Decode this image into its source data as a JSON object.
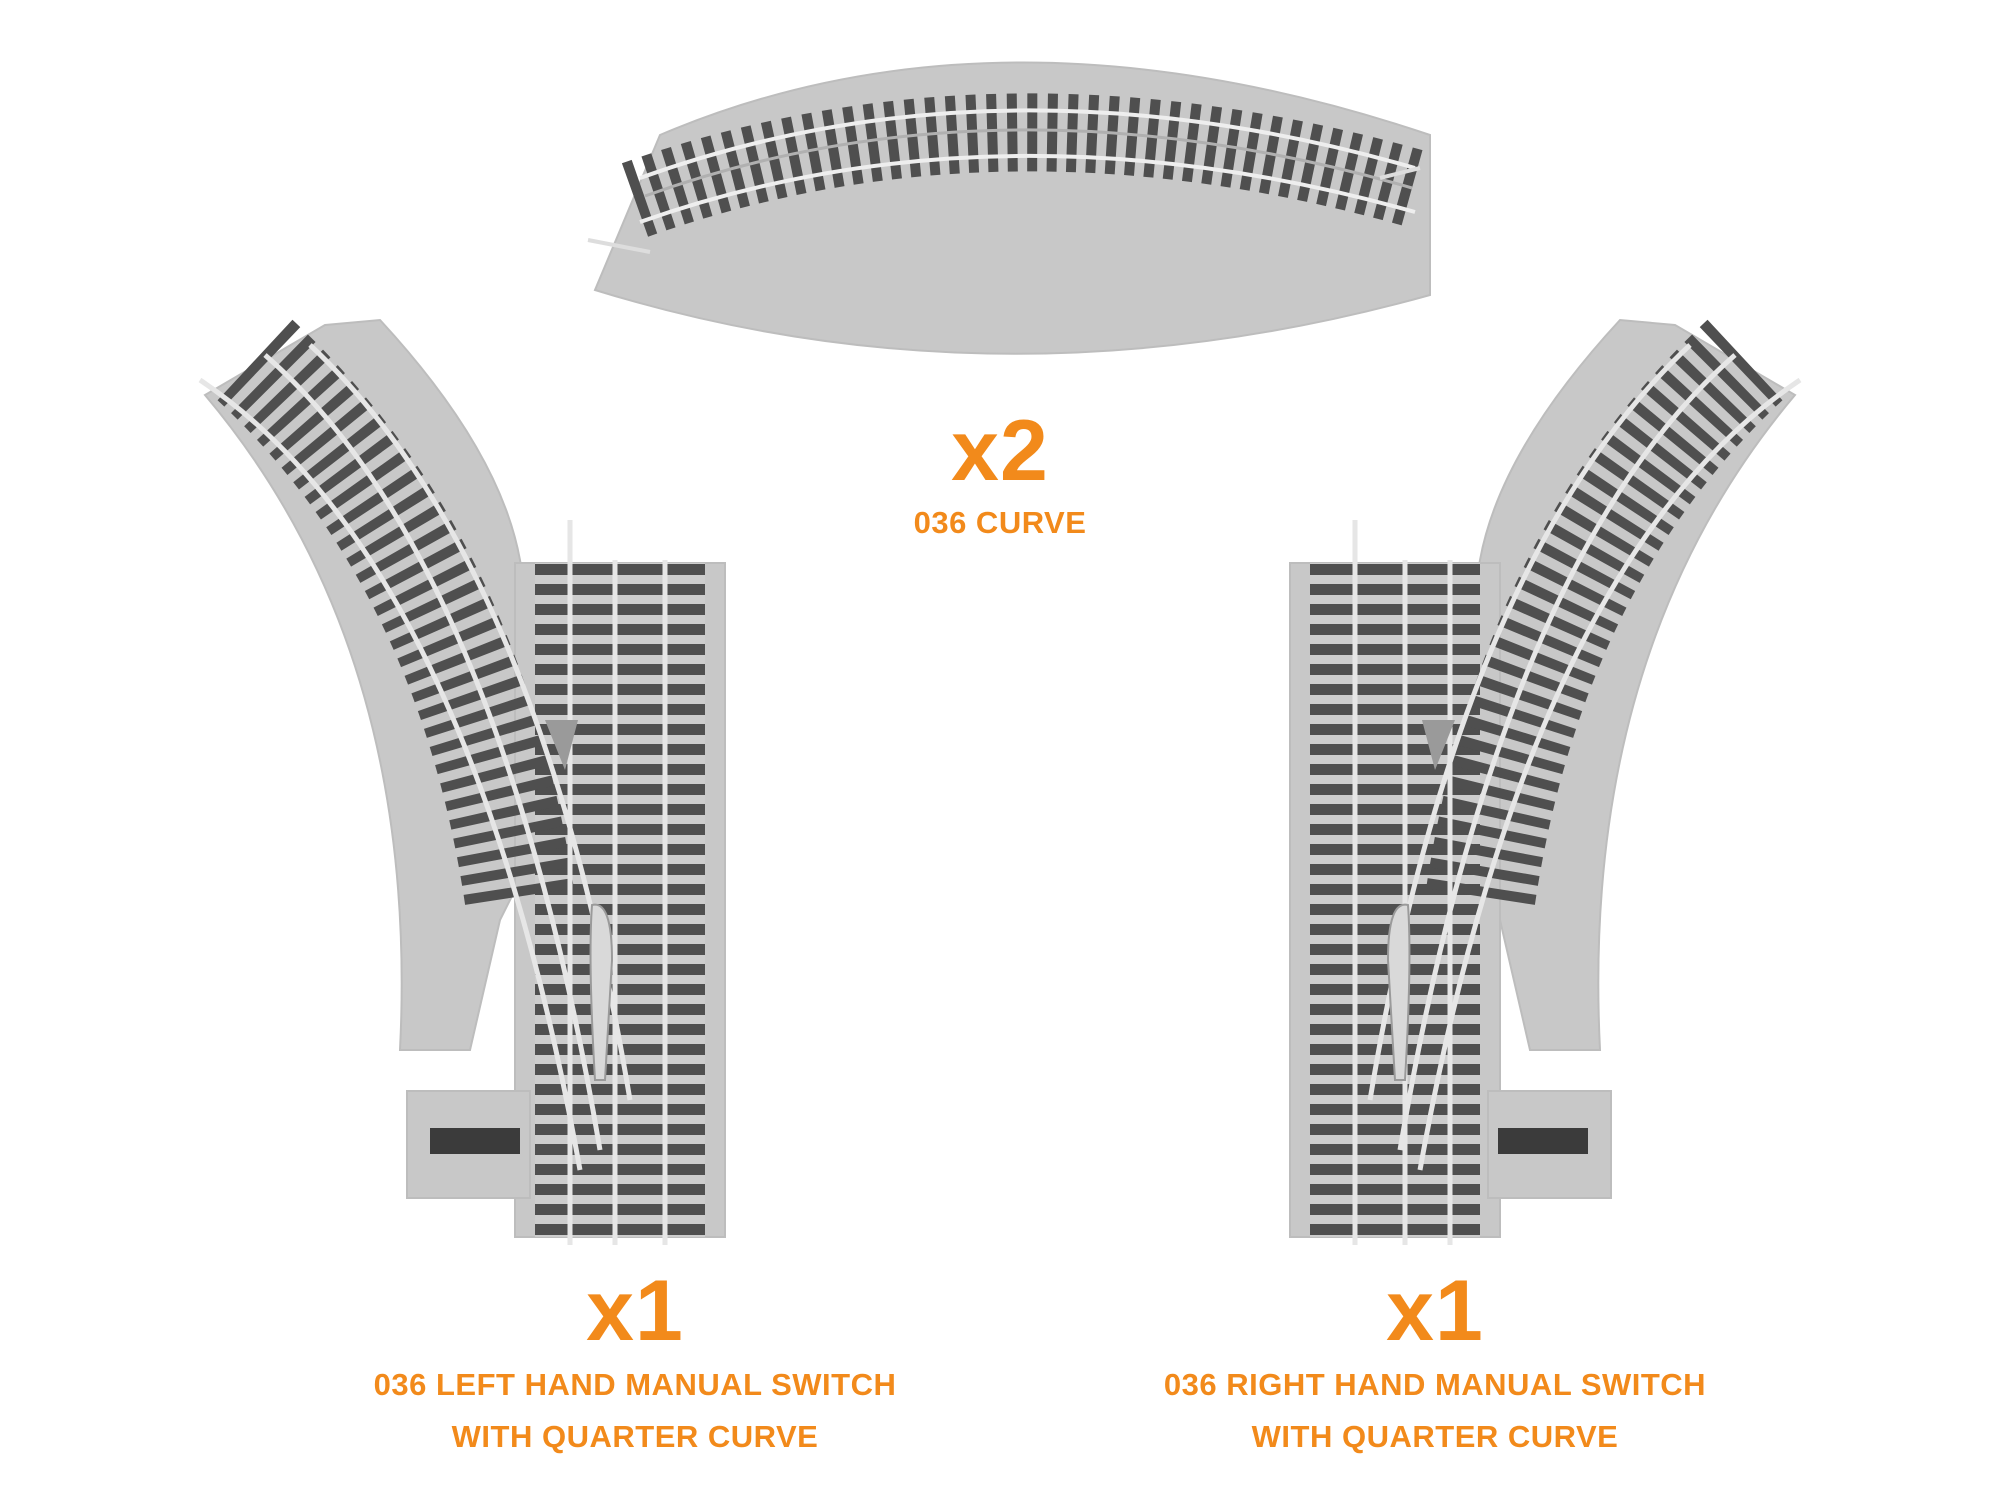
{
  "colors": {
    "accent": "#f28a1b",
    "roadbed": "#c9c9c9",
    "tie": "#4d4d4d",
    "rail": "#e6e6e6"
  },
  "items": [
    {
      "qty": "x2",
      "name_lines": [
        "036 CURVE"
      ]
    },
    {
      "qty": "x1",
      "name_lines": [
        "036 LEFT HAND MANUAL SWITCH",
        "WITH QUARTER CURVE"
      ]
    },
    {
      "qty": "x1",
      "name_lines": [
        "036 RIGHT HAND MANUAL SWITCH",
        "WITH QUARTER CURVE"
      ]
    }
  ]
}
